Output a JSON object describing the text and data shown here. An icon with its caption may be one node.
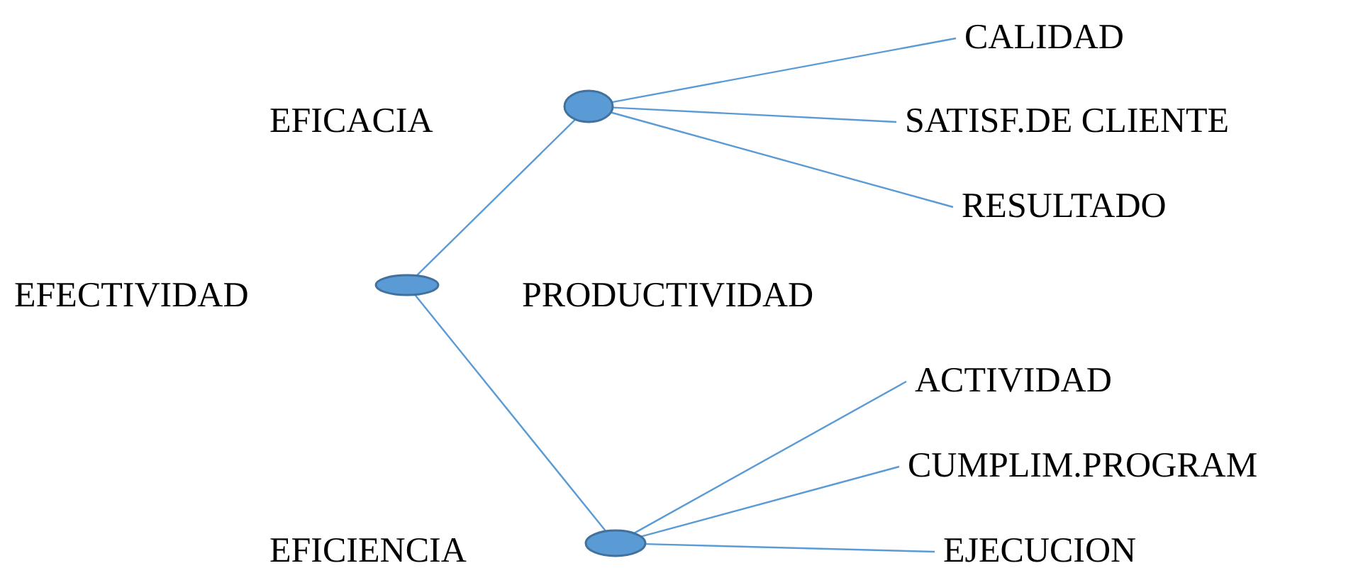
{
  "diagram": {
    "nodes": [
      {
        "text": [],
        "shape": "ellipse",
        "beside": [
          "EFECTIVIDAD"
        ]
      },
      {
        "text": [],
        "shape": "ellipse",
        "beside": [
          "EFICACIA"
        ]
      },
      {
        "text": [],
        "shape": "ellipse",
        "beside": [
          "EFICIENCIA"
        ]
      },
      {
        "text": [
          "CALIDAD"
        ]
      },
      {
        "text": [
          "SATISF.DE CLIENTE"
        ]
      },
      {
        "text": [
          "RESULTADO"
        ]
      },
      {
        "text": [
          "ACTIVIDAD"
        ]
      },
      {
        "text": [
          "CUMPLIM.PROGRAM"
        ]
      },
      {
        "text": [
          "EJECUCION"
        ]
      }
    ],
    "edges": [
      {
        "from": 0,
        "to": 1,
        "arrow": "none"
      },
      {
        "from": 0,
        "to": 2,
        "arrow": "none"
      },
      {
        "from": 1,
        "to": 3,
        "arrow": "none"
      },
      {
        "from": 1,
        "to": 4,
        "arrow": "none"
      },
      {
        "from": 1,
        "to": 5,
        "arrow": "none"
      },
      {
        "from": 2,
        "to": 6,
        "arrow": "none"
      },
      {
        "from": 2,
        "to": 7,
        "arrow": "none"
      },
      {
        "from": 2,
        "to": 8,
        "arrow": "none"
      }
    ],
    "labels": [
      "PRODUCTIVIDAD"
    ]
  }
}
